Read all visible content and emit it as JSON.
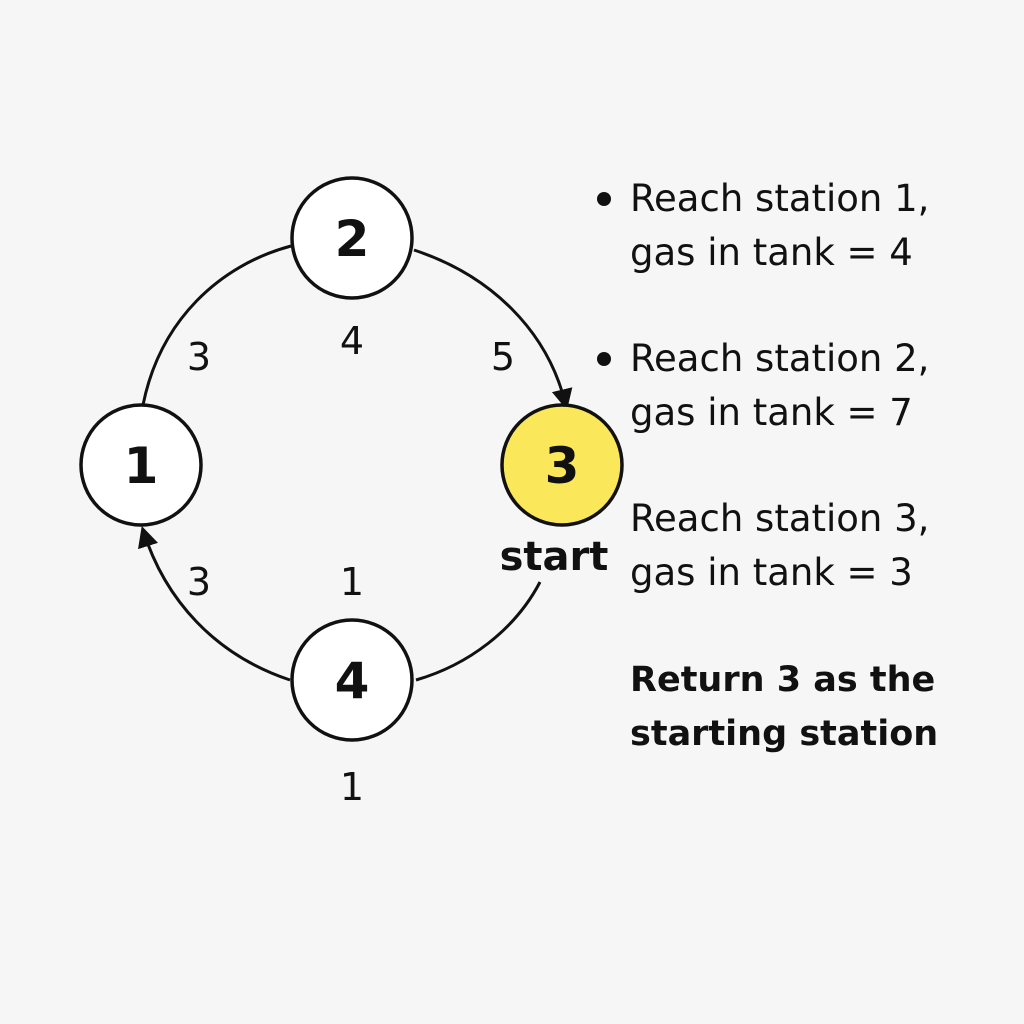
{
  "stations": [
    {
      "label": "1",
      "highlight": false
    },
    {
      "label": "2",
      "highlight": false
    },
    {
      "label": "3",
      "highlight": true
    },
    {
      "label": "4",
      "highlight": false
    }
  ],
  "edge_labels": {
    "s1_s2": "3",
    "s2_gas": "4",
    "s2_s3": "5",
    "s4_s1": "3",
    "s4_top": "1",
    "s4_bottom": "1"
  },
  "start_label": "start",
  "steps": [
    {
      "line1": "Reach station 1,",
      "line2": "gas in tank = 4",
      "bullet": true
    },
    {
      "line1": "Reach station 2,",
      "line2": "gas in tank = 7",
      "bullet": true
    },
    {
      "line1": "Reach station 3,",
      "line2": "gas in tank = 3",
      "bullet": false
    }
  ],
  "conclusion": {
    "line1": "Return 3 as the",
    "line2": "starting station"
  },
  "colors": {
    "background": "#f6f6f6",
    "node_fill": "#ffffff",
    "highlight_fill": "#fbe85a",
    "stroke": "#111111"
  }
}
